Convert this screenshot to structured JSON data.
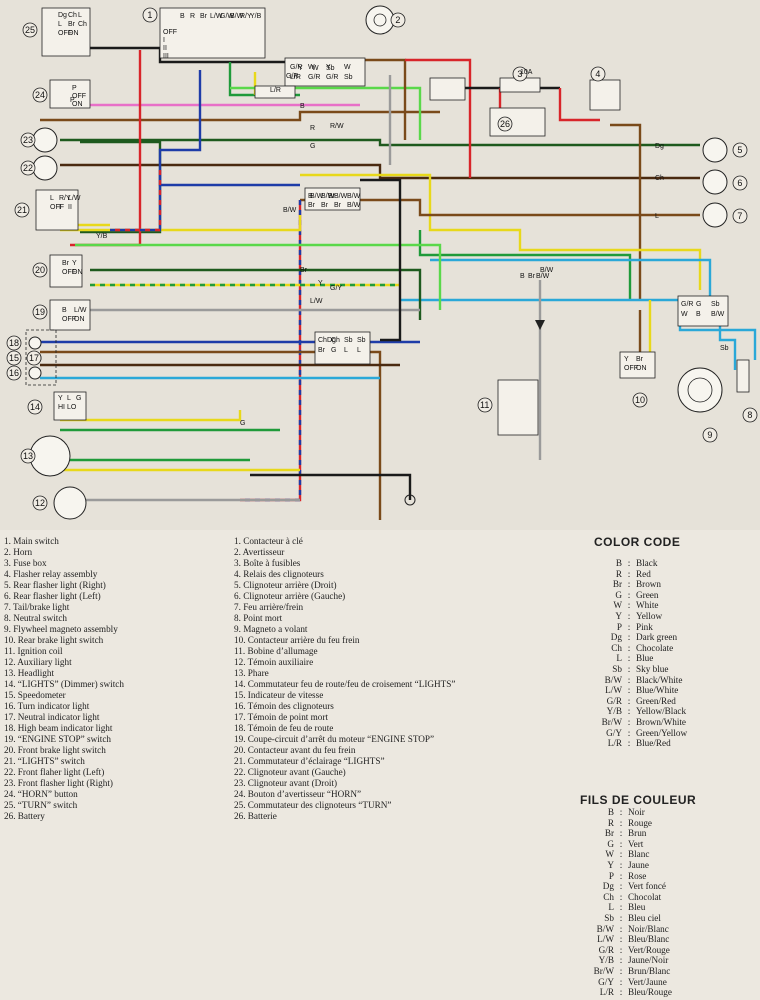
{
  "diagram": {
    "component_numbers": [
      "1",
      "2",
      "3",
      "4",
      "5",
      "6",
      "7",
      "8",
      "9",
      "10",
      "11",
      "12",
      "13",
      "14",
      "15",
      "16",
      "17",
      "18",
      "19",
      "20",
      "21",
      "22",
      "23",
      "24",
      "25",
      "26"
    ],
    "main_switch_cols": [
      "B",
      "R",
      "Br",
      "L/W",
      "G/W",
      "B/W",
      "R/Y",
      "Y/B"
    ],
    "main_switch_rows": [
      "OFF",
      "I",
      "II",
      "III"
    ],
    "fuse_label": "10A",
    "wire_colors": {
      "red": "#d8252a",
      "green": "#1f9a3a",
      "dark_green": "#1e5a1e",
      "yellow": "#e8d81a",
      "blue": "#1e3ca8",
      "sky_blue": "#2aa8d8",
      "black": "#1a1a1a",
      "brown": "#7a4a1a",
      "chocolate": "#4a2a10",
      "pink": "#e870c8",
      "white": "#f4f4f4",
      "light_green": "#5ad84a",
      "gray": "#9a9a9a"
    },
    "wire_labels": [
      "G/R",
      "Y",
      "W",
      "Sb",
      "B/W",
      "Br",
      "L/R",
      "B",
      "R",
      "G",
      "Dg",
      "Ch",
      "L",
      "B/W",
      "B/W",
      "Y",
      "G",
      "Sb",
      "R/W",
      "L/W",
      "Br",
      "G/Y",
      "Y/B",
      "P"
    ],
    "sw_labels": {
      "horn": [
        "P",
        "OFF",
        "ON"
      ],
      "turn": [
        "Dg",
        "Ch",
        "L",
        "L",
        "Br",
        "Ch",
        "OFF",
        "ON"
      ],
      "front_brake": [
        "Br",
        "Y",
        "OFF",
        "ON"
      ],
      "engine_stop": [
        "B",
        "L/W",
        "OFF",
        "ON"
      ],
      "lights_switch": [
        "Y",
        "L",
        "G",
        "HI",
        "LO"
      ],
      "lights_main": [
        "L",
        "R/Y",
        "L/W",
        "OFF",
        "I",
        "II"
      ],
      "rear_brake": [
        "Y",
        "Br",
        "OFF",
        "ON"
      ],
      "ignition": [
        "B",
        "Br",
        "B/W"
      ]
    },
    "block_labels": {
      "upper": [
        "G/R",
        "W",
        "Y",
        "W",
        "L/R",
        "G/R",
        "G/R",
        "Sb"
      ],
      "middle": [
        "B",
        "B/W",
        "B/W",
        "B/W",
        "Br",
        "Br",
        "Br",
        "B/W"
      ],
      "lower": [
        "ChDg",
        "Ch",
        "Sb",
        "Sb",
        "Br",
        "G",
        "L",
        "L"
      ],
      "magneto_block": [
        "G/R",
        "G",
        "Sb",
        "W",
        "B",
        "B/W"
      ]
    }
  },
  "legend_en": [
    "1.  Main switch",
    "2.  Horn",
    "3.  Fuse box",
    "4.  Flasher relay assembly",
    "5.  Rear flasher light (Right)",
    "6.  Rear flasher light (Left)",
    "7.  Tail/brake light",
    "8.  Neutral switch",
    "9.  Flywheel magneto assembly",
    "10.  Rear brake light switch",
    "11.  Ignition coil",
    "12.  Auxiliary light",
    "13.  Headlight",
    "14.  “LIGHTS” (Dimmer) switch",
    "15.  Speedometer",
    "16.  Turn indicator light",
    "17.  Neutral indicator light",
    "18.  High beam indicator light",
    "19.  “ENGINE STOP” switch",
    "20.  Front brake light switch",
    "21.  “LIGHTS” switch",
    "22.  Front flaher light (Left)",
    "23.  Front flasher light (Right)",
    "24.  “HORN” button",
    "25.  “TURN” switch",
    "26.  Battery"
  ],
  "legend_fr": [
    "1.  Contacteur à clé",
    "2.  Avertisseur",
    "3.  Boîte à fusibles",
    "4.  Relais des clignoteurs",
    "5.  Clignoteur arrière (Droit)",
    "6.  Clignoteur arrière (Gauche)",
    "7.  Feu arrière/frein",
    "8.  Point mort",
    "9.  Magneto a volant",
    "10.  Contacteur arrière du feu frein",
    "11.  Bobine d’allumage",
    "12.  Témoin auxiliaire",
    "13.  Phare",
    "14.  Commutateur feu de route/feu de croisement “LIGHTS”",
    "15.  Indicateur de vitesse",
    "16.  Témoin des clignoteurs",
    "17.  Témoin de point mort",
    "18.  Témoin de feu de route",
    "19.  Coupe-circuit d’arrêt du moteur “ENGINE STOP”",
    "20.  Contacteur avant du feu frein",
    "21.  Commutateur d’éclairage “LIGHTS”",
    "22.  Clignoteur avant (Gauche)",
    "23.  Clignoteur avant (Droit)",
    "24.  Bouton d’avertisseur “HORN”",
    "25.  Commutateur des clignoteurs “TURN”",
    "26.  Batterie"
  ],
  "color_code": {
    "title": "COLOR CODE",
    "rows": [
      {
        "code": "B",
        "name": "Black"
      },
      {
        "code": "R",
        "name": "Red"
      },
      {
        "code": "Br",
        "name": "Brown"
      },
      {
        "code": "G",
        "name": "Green"
      },
      {
        "code": "W",
        "name": "White"
      },
      {
        "code": "Y",
        "name": "Yellow"
      },
      {
        "code": "P",
        "name": "Pink"
      },
      {
        "code": "Dg",
        "name": "Dark green"
      },
      {
        "code": "Ch",
        "name": "Chocolate"
      },
      {
        "code": "L",
        "name": "Blue"
      },
      {
        "code": "Sb",
        "name": "Sky blue"
      },
      {
        "code": "B/W",
        "name": "Black/White"
      },
      {
        "code": "L/W",
        "name": "Blue/White"
      },
      {
        "code": "G/R",
        "name": "Green/Red"
      },
      {
        "code": "Y/B",
        "name": "Yellow/Black"
      },
      {
        "code": "Br/W",
        "name": "Brown/White"
      },
      {
        "code": "G/Y",
        "name": "Green/Yellow"
      },
      {
        "code": "L/R",
        "name": "Blue/Red"
      }
    ]
  },
  "fils_couleur": {
    "title": "FILS DE COULEUR",
    "rows": [
      {
        "code": "B",
        "name": "Noir"
      },
      {
        "code": "R",
        "name": "Rouge"
      },
      {
        "code": "Br",
        "name": "Brun"
      },
      {
        "code": "G",
        "name": "Vert"
      },
      {
        "code": "W",
        "name": "Blanc"
      },
      {
        "code": "Y",
        "name": "Jaune"
      },
      {
        "code": "P",
        "name": "Rose"
      },
      {
        "code": "Dg",
        "name": "Vert foncé"
      },
      {
        "code": "Ch",
        "name": "Chocolat"
      },
      {
        "code": "L",
        "name": "Bleu"
      },
      {
        "code": "Sb",
        "name": "Bleu ciel"
      },
      {
        "code": "B/W",
        "name": "Noir/Blanc"
      },
      {
        "code": "L/W",
        "name": "Bleu/Blanc"
      },
      {
        "code": "G/R",
        "name": "Vert/Rouge"
      },
      {
        "code": "Y/B",
        "name": "Jaune/Noir"
      },
      {
        "code": "Br/W",
        "name": "Brun/Blanc"
      },
      {
        "code": "G/Y",
        "name": "Vert/Jaune"
      },
      {
        "code": "L/R",
        "name": "Bleu/Rouge"
      }
    ]
  }
}
